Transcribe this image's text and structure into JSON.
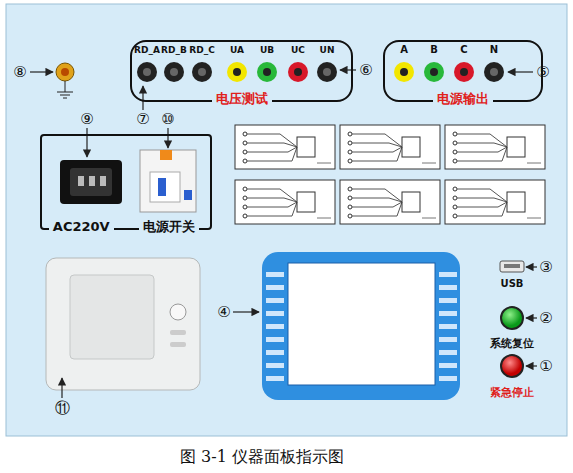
{
  "diagram": {
    "caption": "图 3-1 仪器面板指示图",
    "nodes": [
      {
        "text": [
          "电压测试"
        ]
      },
      {
        "text": [
          "电源输出"
        ]
      },
      {
        "text": [
          "AC220V",
          "电源开关"
        ]
      }
    ],
    "labels": [
      "⑧",
      "RD_A",
      "RD_B",
      "RD_C",
      "UA",
      "UB",
      "UC",
      "UN",
      "⑥",
      "⑦",
      "A",
      "B",
      "C",
      "N",
      "⑤",
      "⑨",
      "⑩",
      "USB",
      "③",
      "④",
      "②",
      "系统复位",
      "①",
      "紧急停止",
      "⑪"
    ]
  }
}
